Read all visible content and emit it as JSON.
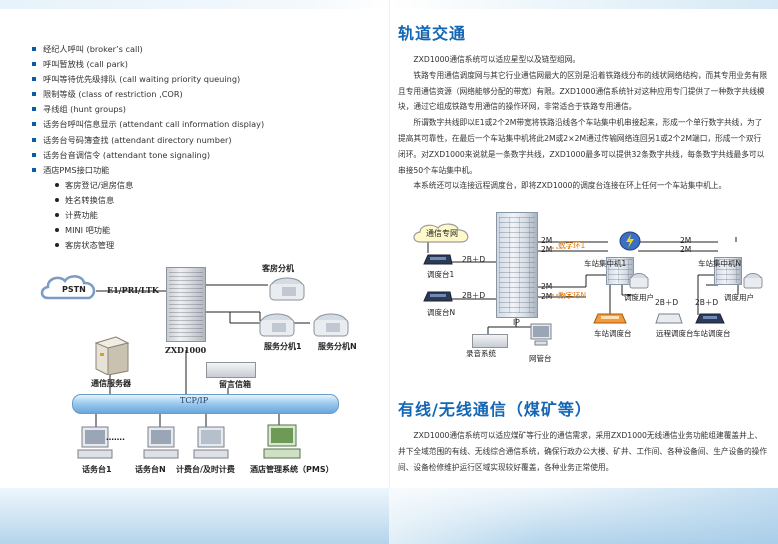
{
  "left": {
    "features": [
      "经纪人呼叫 (broker’s call)",
      "呼叫暂放栈 (call park)",
      "呼叫等待优先级排队 (call waiting priority queuing)",
      "限制等级 (class of restriction ,COR)",
      "寻线组 (hunt groups)",
      "话务台呼叫信息显示 (attendant call information display)",
      "话务台号码簿查找 (attendant directory number)",
      "话务台音调信令 (attendant tone signaling)",
      "酒店PMS接口功能"
    ],
    "pms_sub": [
      "客房登记/退房信息",
      "姓名转换信息",
      "计费功能",
      "MINI 吧功能",
      "客房状态管理"
    ],
    "diagram": {
      "pstn": "PSTN",
      "link": "E1/PRI/LTK",
      "core": "ZXD1000",
      "guest_ext": "客房分机",
      "svc_ext1": "服务分机1",
      "svc_extn": "服务分机N",
      "voicemail": "留言信箱",
      "comm_server": "通信服务器",
      "bus": "TCP/IP",
      "console1": "话务台1",
      "dots": "…….",
      "consolen": "话务台N",
      "billing": "计费台/及时计费",
      "pms": "酒店管理系统（PMS）"
    }
  },
  "right": {
    "title1": "轨道交通",
    "paras1": [
      "ZXD1000通信系统可以适应星型以及链型组网。",
      "铁路专用通信调度网与其它行业通信网最大的区别是沿着铁路线分布的线状网络结构，而其专用业务有限且专用通信资源（网络能够分配的带宽）有限。ZXD1000通信系统针对这种应用专门提供了一种数字共线模块，通过它组成铁路专用通信的操作环网，非常适合于铁路专用通信。",
      "所谓数字共线即以E1或2个2M带宽将铁路沿线各个车站集中机串接起来，形成一个单行数字共线，为了提高其可靠性，在最后一个车站集中机将此2M或2×2M通过传输网络连回另1或2个2M端口，形成一个双行闭环。对ZXD1000来说就是一条数字共线，ZXD1000最多可以提供32条数字共线，每条数字共线最多可以串接50个车站集中机。",
      "本系统还可以连接远程调度台，即将ZXD1000的调度台连接在环上任何一个车站集中机上。"
    ],
    "diagram": {
      "cloud": "通信专网",
      "console1": "调度台1",
      "consolen": "调度台N",
      "twob": "2B＋D",
      "twom": "2M",
      "ring1": "数字环1",
      "ringn": "数字环N",
      "station1": "车站集中机1",
      "stationn": "车站集中机N",
      "dispatch_user": "调度用户",
      "station_console": "车站调度台",
      "remote_console": "远程调度台",
      "ip": "IP",
      "recorder": "录音系统",
      "nms": "网管台"
    },
    "title2": "有线/无线通信（煤矿等）",
    "para2": "ZXD1000通信系统可以适应煤矿等行业的通信需求，采用ZXD1000无线通信业务功能组建覆盖井上、井下全域范围的有线、无线综合通信系统，确保行政办公大楼、矿井、工作间、各种设备间、生产设备的操作间、设备检修维护运行区域实现较好覆盖，各种业务正常使用。"
  },
  "colors": {
    "heading": "#1466b4",
    "bullet": "#0a5aa8",
    "accent_orange": "#e07a10",
    "bus": "#7fb7e3"
  }
}
